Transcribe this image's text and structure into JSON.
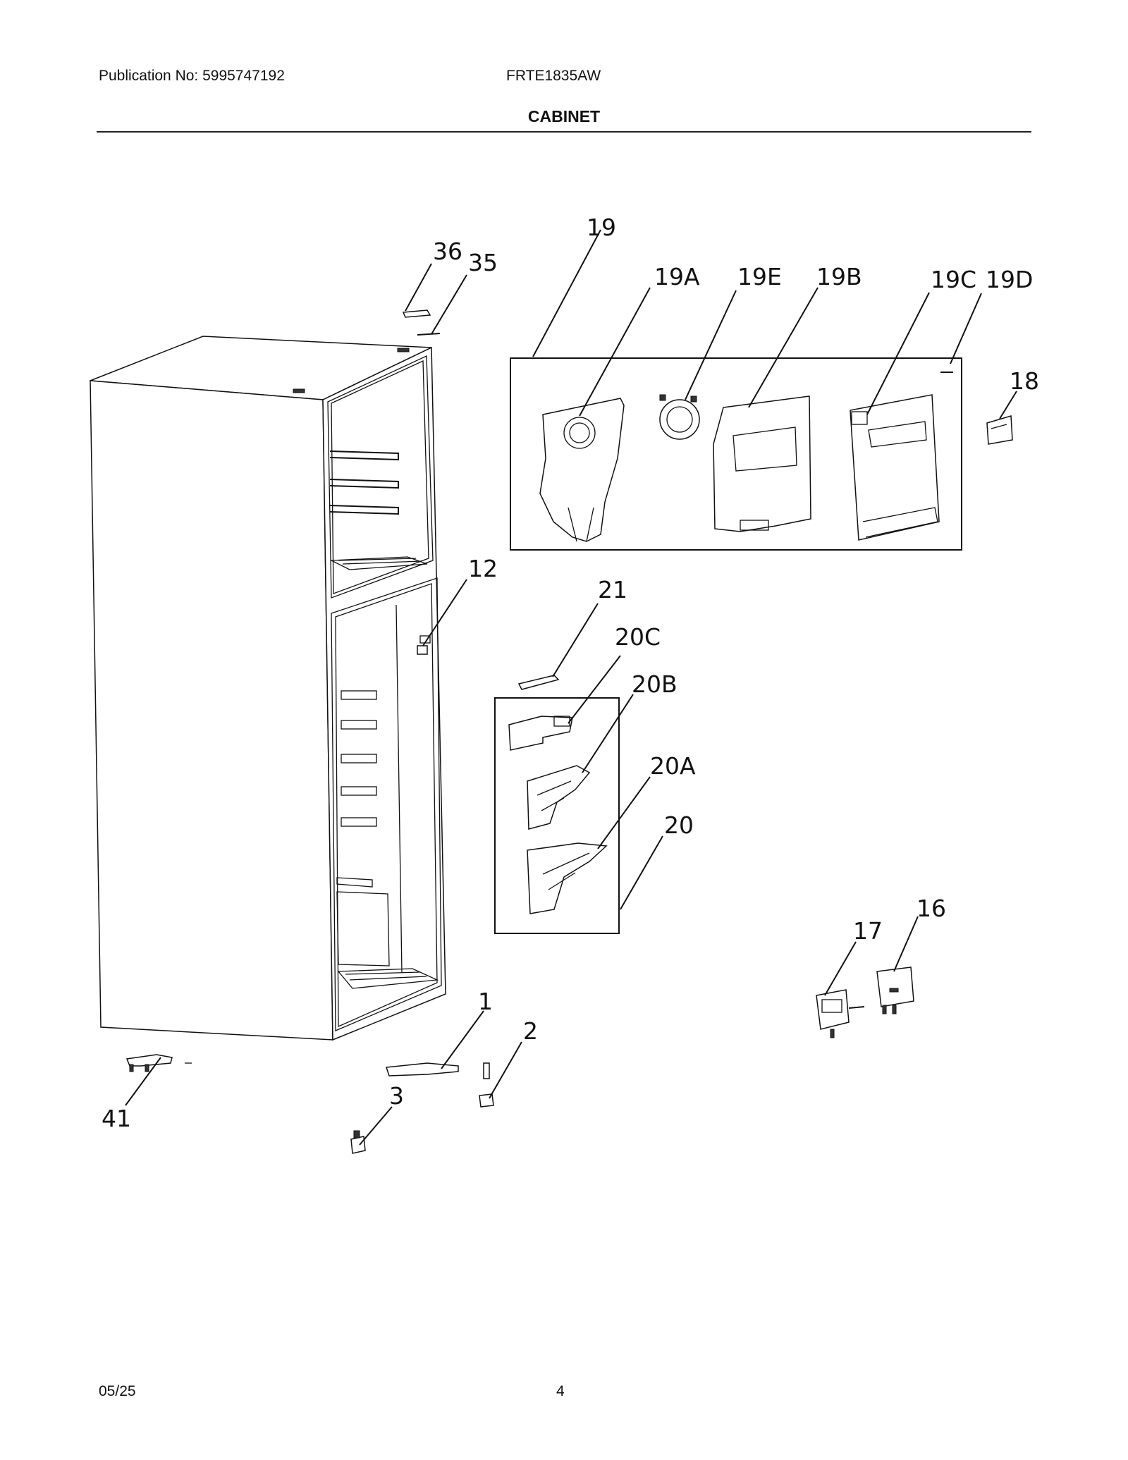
{
  "header": {
    "publication": "Publication No: 5995747192",
    "model": "FRTE1835AW",
    "section_title": "CABINET"
  },
  "footer": {
    "date": "05/25",
    "page_number": "4"
  },
  "callouts": {
    "c36": "36",
    "c35": "35",
    "c19": "19",
    "c19A": "19A",
    "c19E": "19E",
    "c19B": "19B",
    "c19C": "19C",
    "c19D": "19D",
    "c18": "18",
    "c12": "12",
    "c21": "21",
    "c20C": "20C",
    "c20B": "20B",
    "c20A": "20A",
    "c20": "20",
    "c16": "16",
    "c17": "17",
    "c1": "1",
    "c2": "2",
    "c41": "41",
    "c3": "3"
  }
}
